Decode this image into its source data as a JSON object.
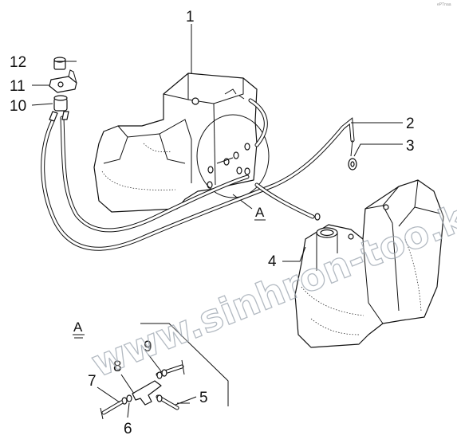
{
  "labels": {
    "p1": "1",
    "p2": "2",
    "p3": "3",
    "p4": "4",
    "p5": "5",
    "p6": "6",
    "p7": "7",
    "p8": "8",
    "p9": "9",
    "p10": "10",
    "p11": "11",
    "p12": "12"
  },
  "detail_marker": "A",
  "detail_title": "A",
  "watermark": "www.sinhron-too.kz",
  "corner_text": "ePTnaa"
}
